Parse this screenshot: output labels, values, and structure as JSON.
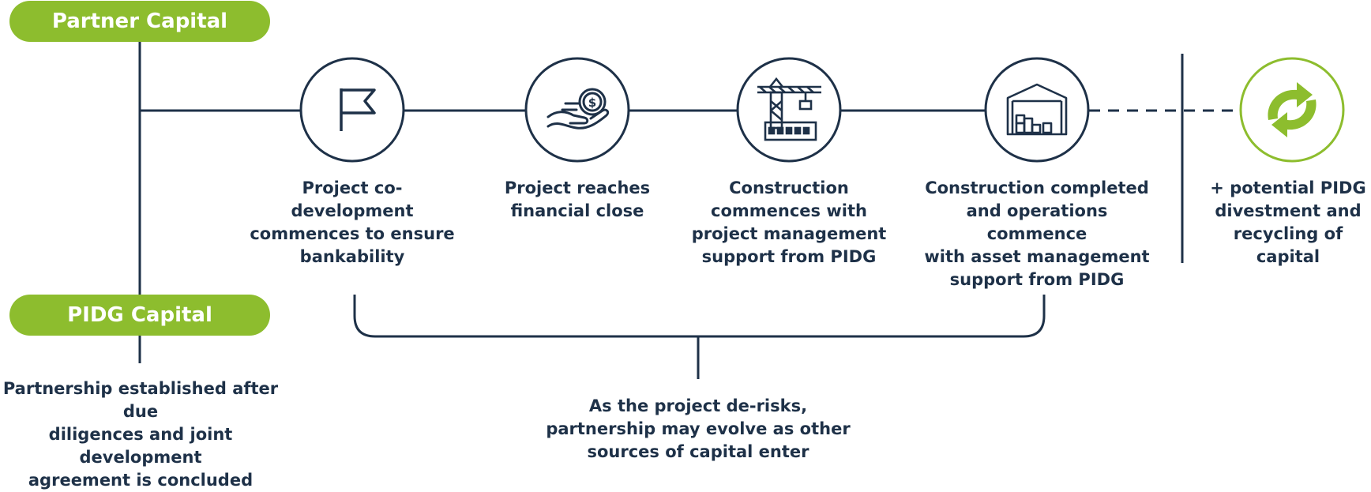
{
  "partner_label": "Partner Capital",
  "pidg_label": "PIDG Capital",
  "partnership_note": "Partnership established after due\ndiligences and joint development\nagreement is concluded",
  "steps": [
    {
      "icon": "flag-icon",
      "label": "Project co-development\ncommences to ensure\nbankability"
    },
    {
      "icon": "hand-coin-icon",
      "label": "Project reaches\nfinancial close"
    },
    {
      "icon": "construction-crane-icon",
      "label": "Construction\ncommences with\nproject management\nsupport from PIDG"
    },
    {
      "icon": "warehouse-icon",
      "label": "Construction completed\nand operations commence\nwith asset management\nsupport from PIDG"
    },
    {
      "icon": "recycle-arrows-icon",
      "label": "+ potential PIDG\ndivestment and\nrecycling of capital"
    }
  ],
  "derisk_note": "As the project de-risks,\npartnership may evolve as other\nsources of capital enter",
  "colors": {
    "navy": "#1e3148",
    "green": "#8dbd2e"
  }
}
